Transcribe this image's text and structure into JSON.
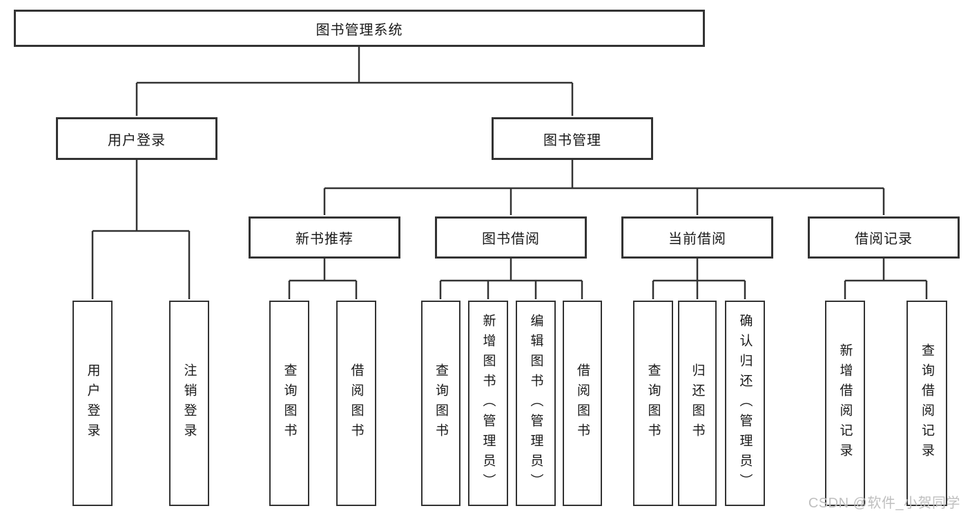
{
  "tree": {
    "label": "图书管理系统",
    "children": [
      {
        "label": "用户登录",
        "children": [
          {
            "label": "用户登录"
          },
          {
            "label": "注销登录"
          }
        ]
      },
      {
        "label": "图书管理",
        "children": [
          {
            "label": "新书推荐",
            "children": [
              {
                "label": "查询图书"
              },
              {
                "label": "借阅图书"
              }
            ]
          },
          {
            "label": "图书借阅",
            "children": [
              {
                "label": "查询图书"
              },
              {
                "label": "新增图书（管理员）"
              },
              {
                "label": "编辑图书（管理员）"
              },
              {
                "label": "借阅图书"
              }
            ]
          },
          {
            "label": "当前借阅",
            "children": [
              {
                "label": "查询图书"
              },
              {
                "label": "归还图书"
              },
              {
                "label": "确认归还（管理员）"
              }
            ]
          },
          {
            "label": "借阅记录",
            "children": [
              {
                "label": "新增借阅记录"
              },
              {
                "label": "查询借阅记录"
              }
            ]
          }
        ]
      }
    ]
  },
  "watermark": "CSDN @软件_小贺同学",
  "colors": {
    "line": "#333333",
    "box_border": "#333333",
    "text": "#1a1a1a",
    "watermark": "#bfbfbf",
    "background": "#ffffff"
  }
}
